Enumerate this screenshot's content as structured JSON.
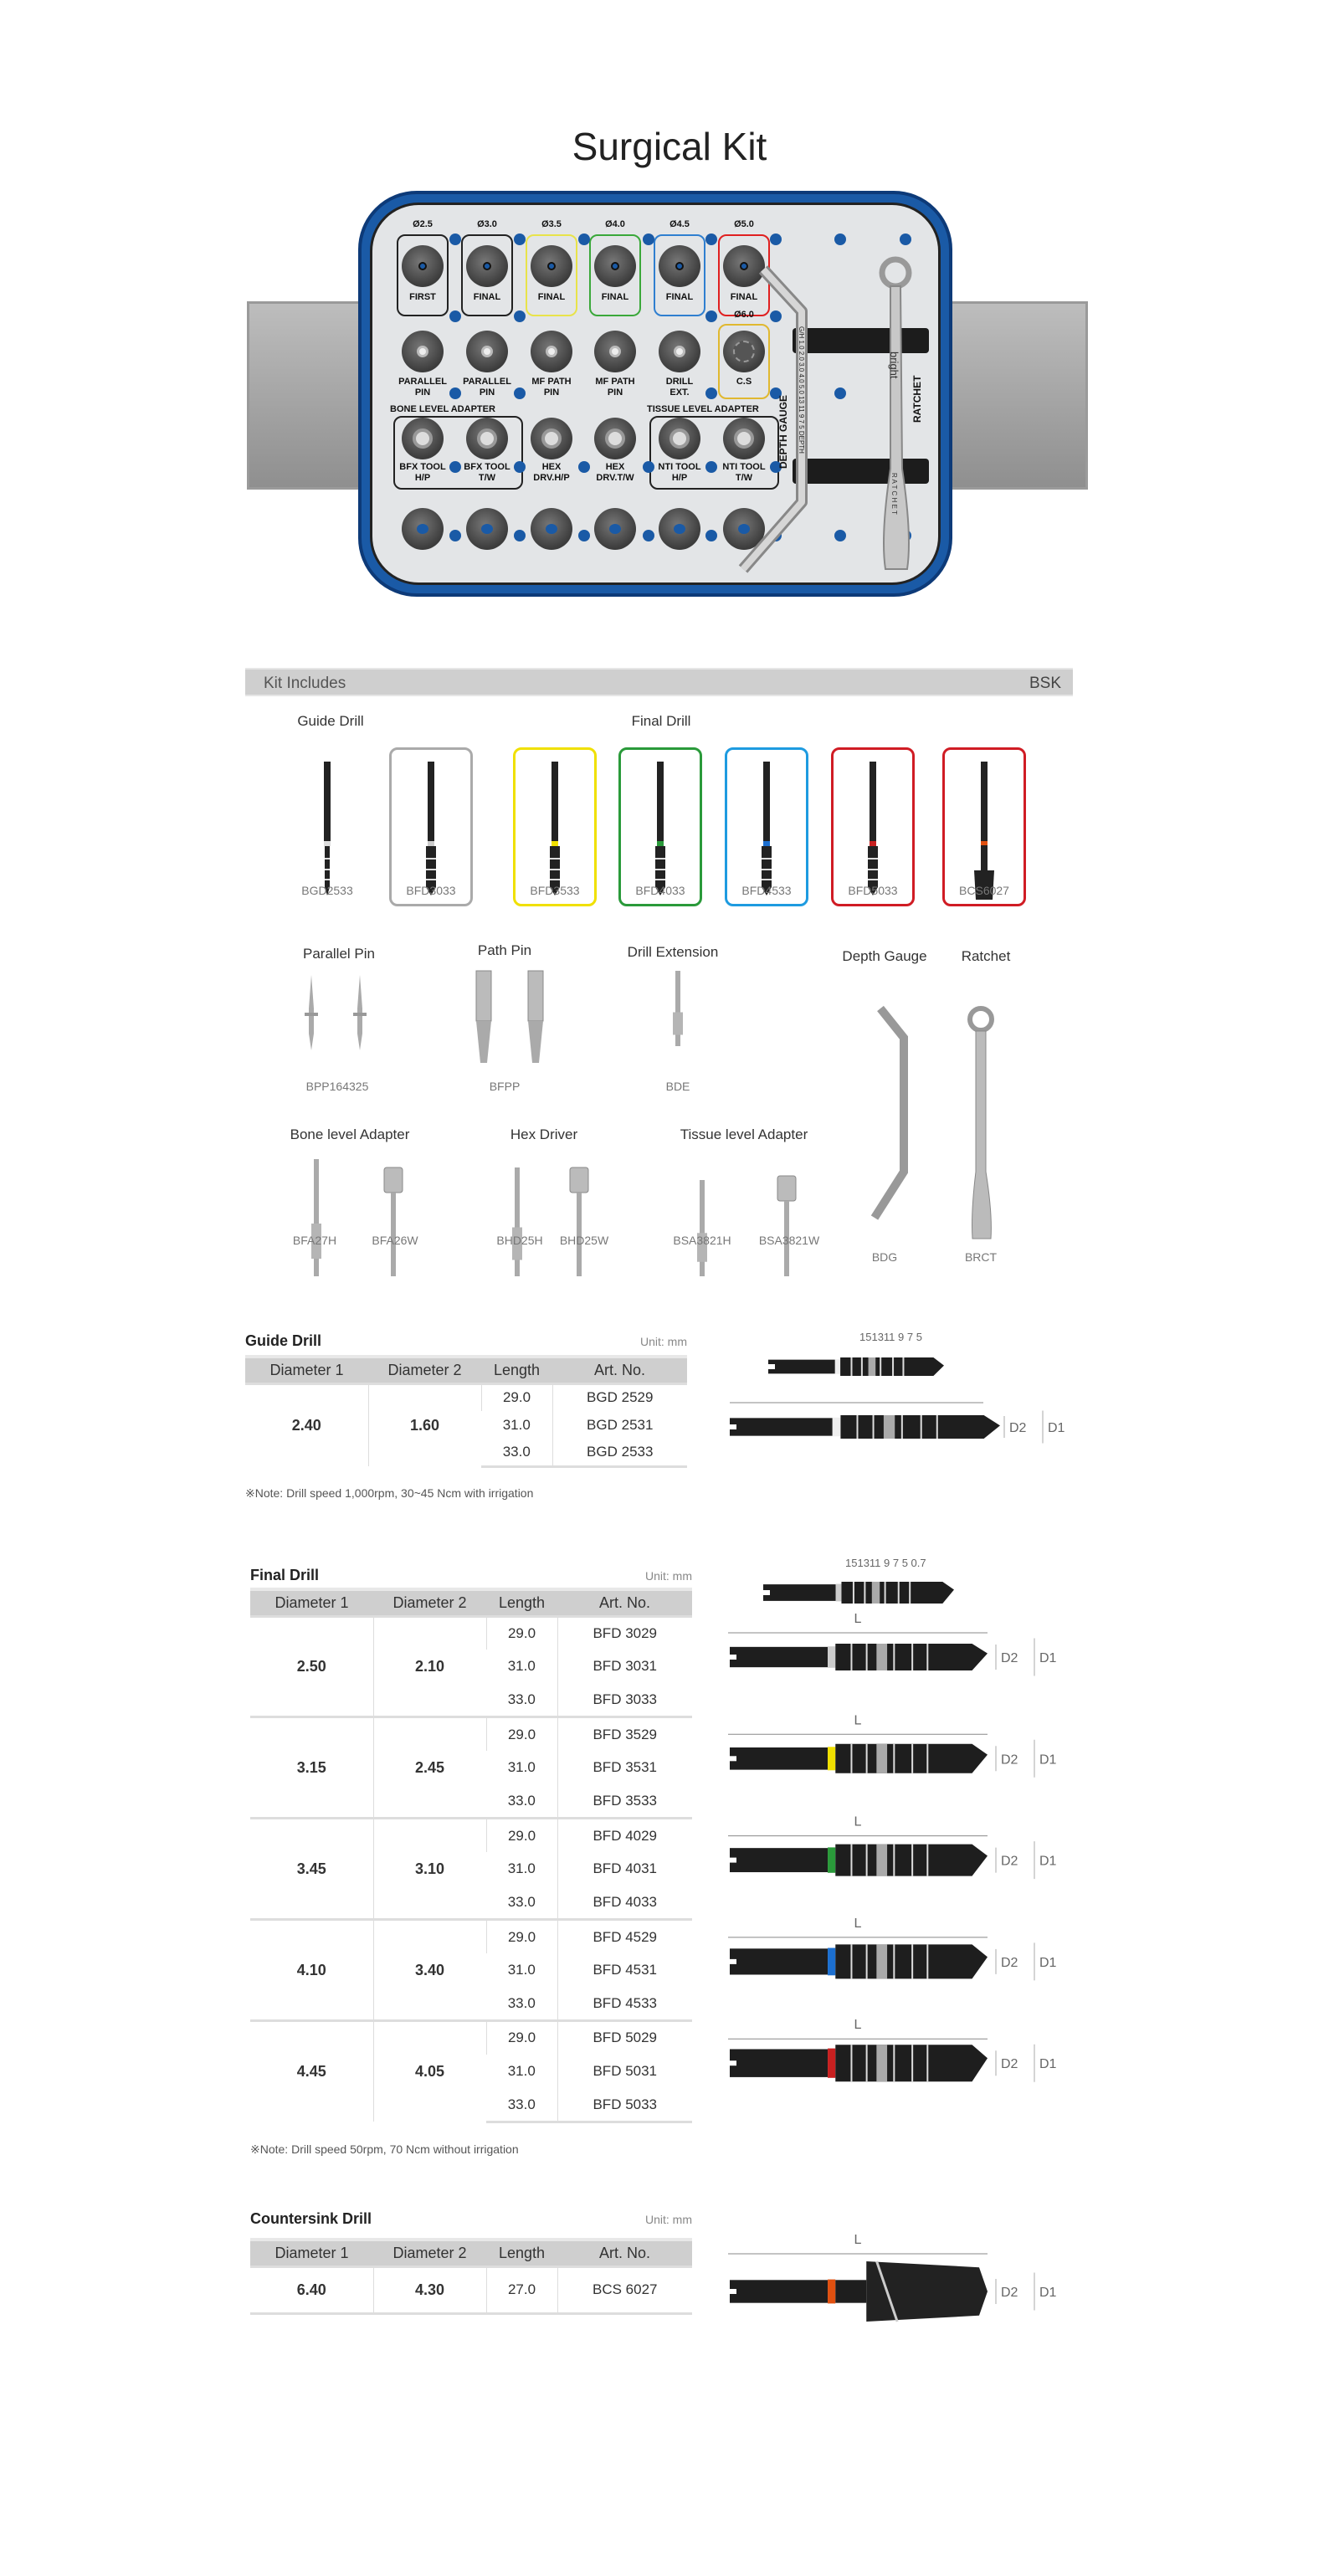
{
  "title": "Surgical Kit",
  "kit_tray": {
    "row1": [
      {
        "dia": "Ø2.5",
        "label": "FIRST",
        "border": "#222222"
      },
      {
        "dia": "Ø3.0",
        "label": "FINAL",
        "border": "#222222"
      },
      {
        "dia": "Ø3.5",
        "label": "FINAL",
        "border": "#e8e34a"
      },
      {
        "dia": "Ø4.0",
        "label": "FINAL",
        "border": "#3aa83a"
      },
      {
        "dia": "Ø4.5",
        "label": "FINAL",
        "border": "#2f7fd0"
      },
      {
        "dia": "Ø5.0",
        "label": "FINAL",
        "border": "#e02020"
      }
    ],
    "row2": [
      {
        "l1": "PARALLEL",
        "l2": "PIN"
      },
      {
        "l1": "PARALLEL",
        "l2": "PIN"
      },
      {
        "l1": "MF PATH",
        "l2": "PIN"
      },
      {
        "l1": "MF PATH",
        "l2": "PIN"
      },
      {
        "l1": "DRILL",
        "l2": "EXT."
      },
      {
        "l1": "C.S",
        "l2": "",
        "dia": "Ø6.0",
        "border": "#e0b830"
      }
    ],
    "row3_groups": [
      "BONE LEVEL ADAPTER",
      "TISSUE LEVEL ADAPTER"
    ],
    "row3": [
      {
        "l1": "BFX TOOL",
        "l2": "H/P"
      },
      {
        "l1": "BFX TOOL",
        "l2": "T/W"
      },
      {
        "l1": "HEX",
        "l2": "DRV.H/P"
      },
      {
        "l1": "HEX",
        "l2": "DRV.T/W"
      },
      {
        "l1": "NTI TOOL",
        "l2": "H/P"
      },
      {
        "l1": "NTI TOOL",
        "l2": "T/W"
      }
    ],
    "depth_gauge_label": "DEPTH GAUGE",
    "depth_gauge_scale": "G/H 1.0 2.0 3.0 4.0 5.0   13 11 9 7 5 DEPTH",
    "ratchet_label": "RATCHET",
    "ratchet_brand": "bright",
    "ratchet_engraving": "R A T C H E T"
  },
  "kit_includes": {
    "label": "Kit Includes",
    "code": "BSK",
    "guide_heading": "Guide Drill",
    "final_heading": "Final Drill",
    "drills": [
      {
        "code": "BGD2533",
        "color": "#dddddd",
        "box": ""
      },
      {
        "code": "BFD3033",
        "color": "#cccccc",
        "box": "#aaaaaa"
      },
      {
        "code": "BFD3533",
        "color": "#f0e000",
        "box": "#f0e000"
      },
      {
        "code": "BFD4033",
        "color": "#2a9a3a",
        "box": "#2a9a3a"
      },
      {
        "code": "BFD4533",
        "color": "#1c6fd0",
        "box": "#1e9be0"
      },
      {
        "code": "BFD5033",
        "color": "#c82020",
        "box": "#d01c24"
      },
      {
        "code": "BCS6027",
        "color": "#e05010",
        "box": "#d01c24"
      }
    ],
    "accessories": [
      {
        "heading": "Parallel Pin",
        "codes": [
          "BPP164325"
        ]
      },
      {
        "heading": "Path Pin",
        "codes": [
          "BFPP"
        ]
      },
      {
        "heading": "Drill Extension",
        "codes": [
          "BDE"
        ]
      },
      {
        "heading": "Depth Gauge",
        "codes": [
          "BDG"
        ]
      },
      {
        "heading": "Ratchet",
        "codes": [
          "BRCT"
        ]
      },
      {
        "heading": "Bone level Adapter",
        "codes": [
          "BFA27H",
          "BFA26W"
        ]
      },
      {
        "heading": "Hex Driver",
        "codes": [
          "BHD25H",
          "BHD25W"
        ]
      },
      {
        "heading": "Tissue level Adapter",
        "codes": [
          "BSA3821H",
          "BSA3821W"
        ]
      }
    ]
  },
  "columns": [
    "Diameter 1",
    "Diameter 2",
    "Length",
    "Art. No."
  ],
  "unit": "Unit: mm",
  "guide_drill": {
    "title": "Guide Drill",
    "groups": [
      {
        "d1": "2.40",
        "d2": "1.60",
        "rows": [
          [
            "29.0",
            "BGD 2529"
          ],
          [
            "31.0",
            "BGD 2531"
          ],
          [
            "33.0",
            "BGD 2533"
          ]
        ]
      }
    ],
    "note": "※Note: Drill speed 1,000rpm, 30~45 Ncm with irrigation",
    "depth_marks": "151311 9  7 5",
    "d2": "D2",
    "d1": "D1"
  },
  "final_drill": {
    "title": "Final Drill",
    "groups": [
      {
        "d1": "2.50",
        "d2": "2.10",
        "color": "#cccccc",
        "rows": [
          [
            "29.0",
            "BFD 3029"
          ],
          [
            "31.0",
            "BFD 3031"
          ],
          [
            "33.0",
            "BFD 3033"
          ]
        ]
      },
      {
        "d1": "3.15",
        "d2": "2.45",
        "color": "#f0e000",
        "rows": [
          [
            "29.0",
            "BFD 3529"
          ],
          [
            "31.0",
            "BFD 3531"
          ],
          [
            "33.0",
            "BFD 3533"
          ]
        ]
      },
      {
        "d1": "3.45",
        "d2": "3.10",
        "color": "#2a9a3a",
        "rows": [
          [
            "29.0",
            "BFD 4029"
          ],
          [
            "31.0",
            "BFD 4031"
          ],
          [
            "33.0",
            "BFD 4033"
          ]
        ]
      },
      {
        "d1": "4.10",
        "d2": "3.40",
        "color": "#1c6fd0",
        "rows": [
          [
            "29.0",
            "BFD 4529"
          ],
          [
            "31.0",
            "BFD 4531"
          ],
          [
            "33.0",
            "BFD 4533"
          ]
        ]
      },
      {
        "d1": "4.45",
        "d2": "4.05",
        "color": "#c82020",
        "rows": [
          [
            "29.0",
            "BFD 5029"
          ],
          [
            "31.0",
            "BFD 5031"
          ],
          [
            "33.0",
            "BFD 5033"
          ]
        ]
      }
    ],
    "note": "※Note: Drill speed 50rpm, 70 Ncm without irrigation",
    "depth_marks": "151311 9  7 5      0.7",
    "L": "L",
    "d2": "D2",
    "d1": "D1"
  },
  "countersink_drill": {
    "title": "Countersink Drill",
    "groups": [
      {
        "d1": "6.40",
        "d2": "4.30",
        "color": "#e05010",
        "rows": [
          [
            "27.0",
            "BCS 6027"
          ]
        ]
      }
    ],
    "L": "L",
    "d2": "D2",
    "d1": "D1"
  }
}
